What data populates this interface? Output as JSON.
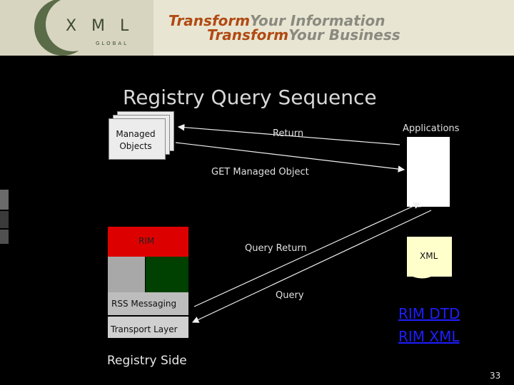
{
  "header": {
    "logo_letters": [
      "X",
      "M",
      "L"
    ],
    "logo_sub": "GLOBAL",
    "tagline1_accent": "Transform",
    "tagline1_rest": "Your Information",
    "tagline2_accent": "Transform",
    "tagline2_rest": "Your Business"
  },
  "slide": {
    "title": "Registry Query Sequence",
    "page_number": "33"
  },
  "diagram": {
    "managed_objects": "Managed\nObjects",
    "applications": "Applications",
    "return_label": "Return",
    "get_label": "GET Managed Object",
    "rim_label": "RIM",
    "query_return_label": "Query Return",
    "xml_label": "XML",
    "rss_label": "RSS Messaging",
    "query_label": "Query",
    "transport_label": "Transport Layer",
    "registry_side": "Registry Side",
    "link_rim_dtd": "RIM DTD",
    "link_rim_xml": "RIM XML"
  },
  "colors": {
    "rim_red": "#dd0000",
    "rim_green": "#004000",
    "link_blue": "#1e1eff",
    "accent_orange": "#b14a14"
  }
}
